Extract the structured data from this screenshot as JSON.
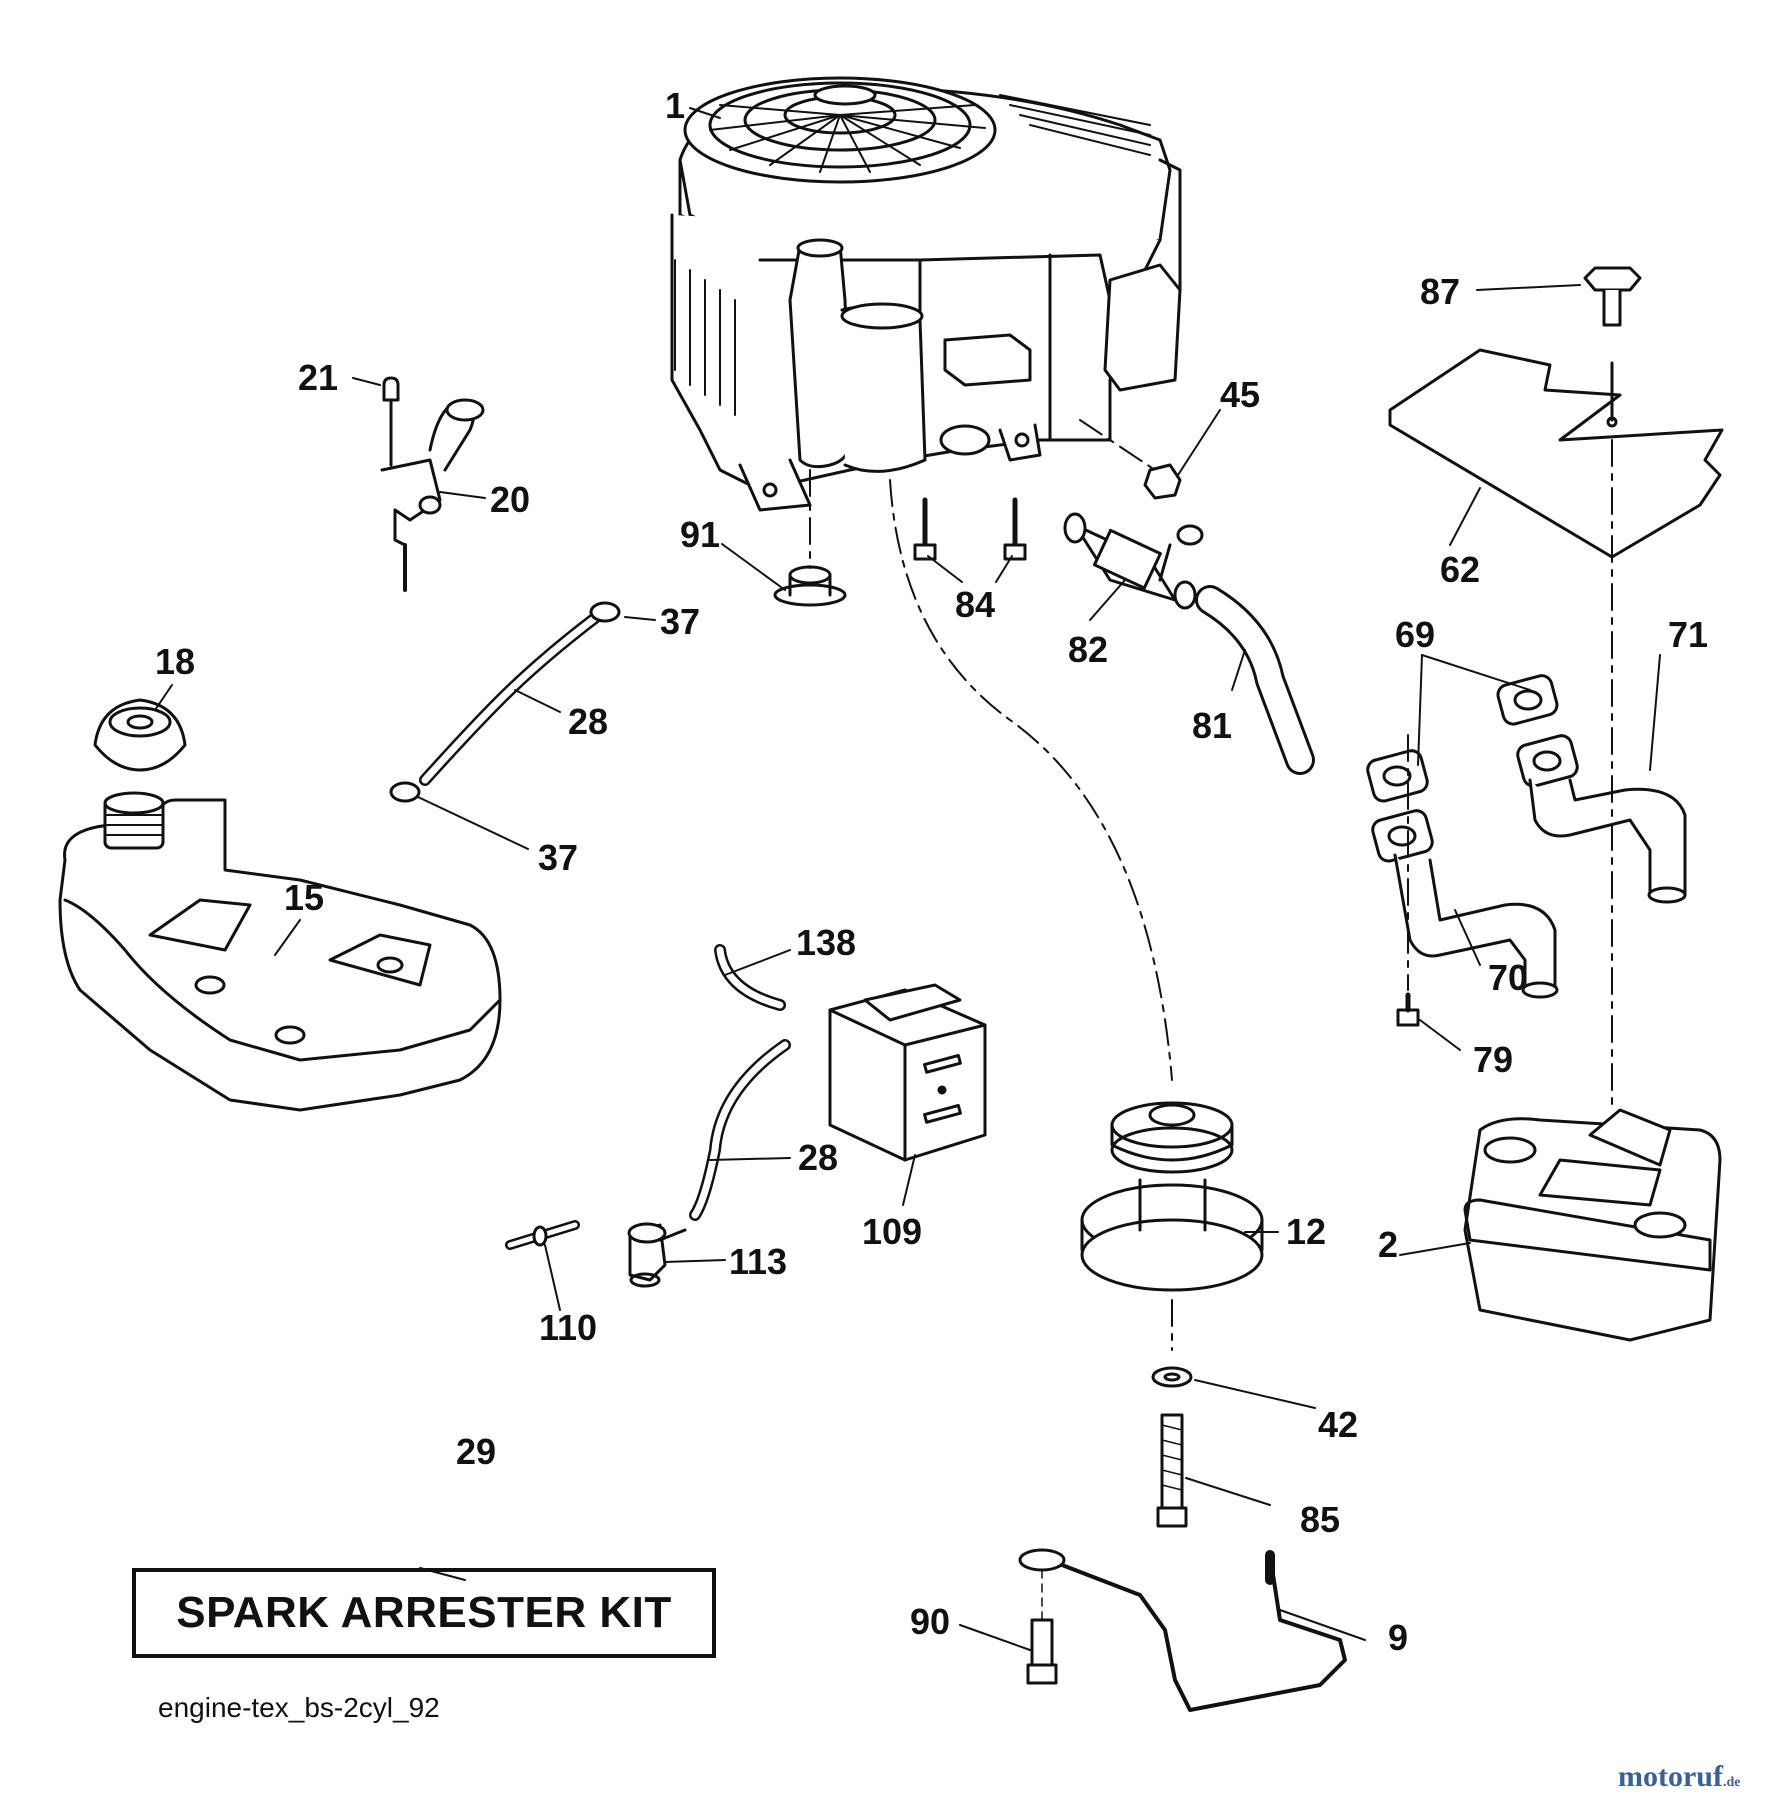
{
  "diagram": {
    "kit_label": "SPARK ARRESTER KIT",
    "diagram_id": "engine-tex_bs-2cyl_92",
    "watermark": {
      "name": "motoruf",
      "tld": ".de"
    },
    "callouts": [
      {
        "key": "1",
        "label": "1"
      },
      {
        "key": "2",
        "label": "2"
      },
      {
        "key": "9",
        "label": "9"
      },
      {
        "key": "12",
        "label": "12"
      },
      {
        "key": "15",
        "label": "15"
      },
      {
        "key": "18",
        "label": "18"
      },
      {
        "key": "20",
        "label": "20"
      },
      {
        "key": "21",
        "label": "21"
      },
      {
        "key": "28a",
        "label": "28"
      },
      {
        "key": "28b",
        "label": "28"
      },
      {
        "key": "29",
        "label": "29"
      },
      {
        "key": "37a",
        "label": "37"
      },
      {
        "key": "37b",
        "label": "37"
      },
      {
        "key": "42",
        "label": "42"
      },
      {
        "key": "45",
        "label": "45"
      },
      {
        "key": "62",
        "label": "62"
      },
      {
        "key": "69",
        "label": "69"
      },
      {
        "key": "70",
        "label": "70"
      },
      {
        "key": "71",
        "label": "71"
      },
      {
        "key": "79",
        "label": "79"
      },
      {
        "key": "81",
        "label": "81"
      },
      {
        "key": "82",
        "label": "82"
      },
      {
        "key": "84",
        "label": "84"
      },
      {
        "key": "85",
        "label": "85"
      },
      {
        "key": "87",
        "label": "87"
      },
      {
        "key": "90",
        "label": "90"
      },
      {
        "key": "91",
        "label": "91"
      },
      {
        "key": "109",
        "label": "109"
      },
      {
        "key": "110",
        "label": "110"
      },
      {
        "key": "113",
        "label": "113"
      },
      {
        "key": "138",
        "label": "138"
      }
    ]
  }
}
